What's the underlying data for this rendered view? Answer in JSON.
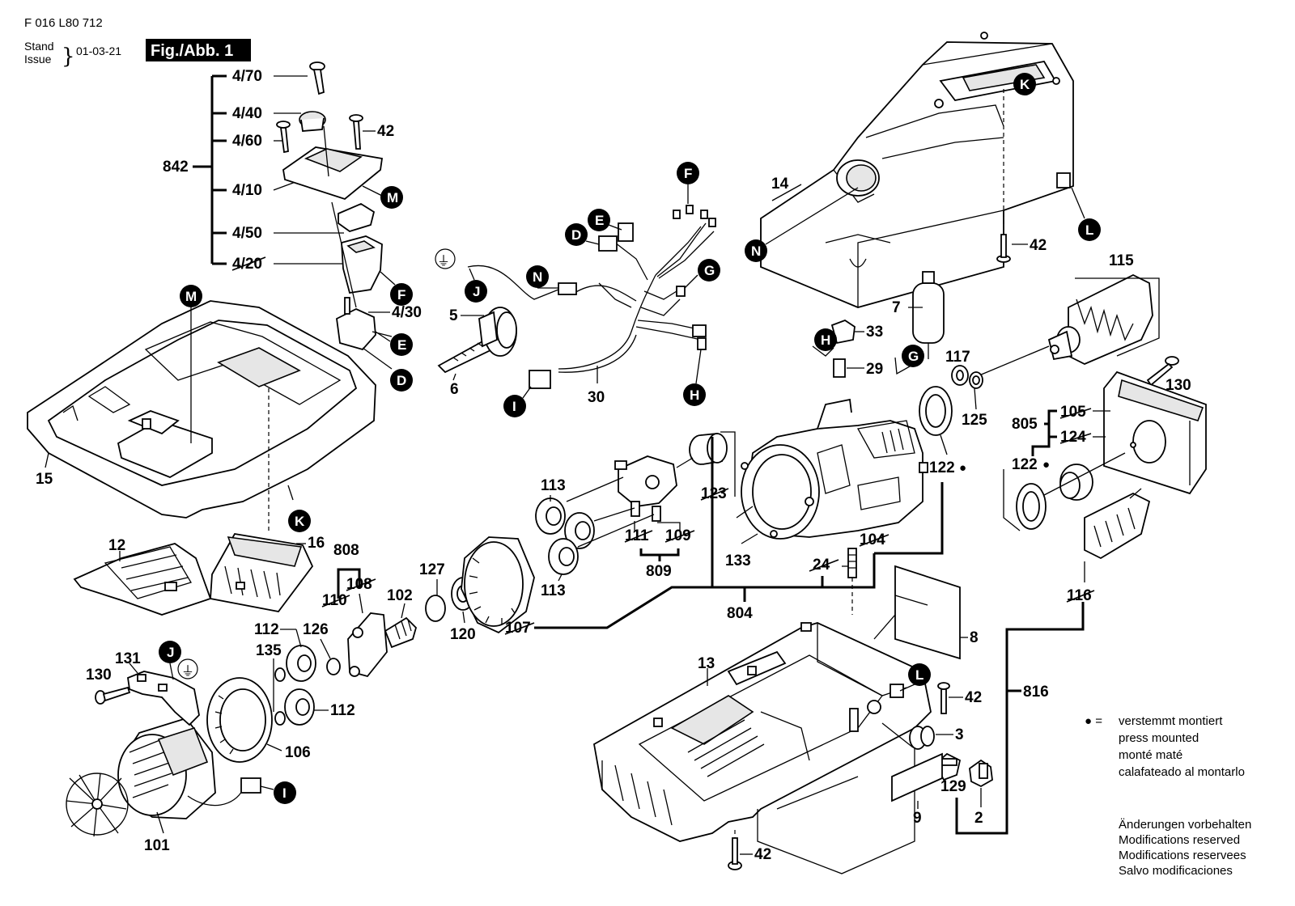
{
  "header": {
    "doc_number": "F 016 L80 712",
    "stand": "Stand",
    "issue": "Issue",
    "date": "01-03-21",
    "figure": "Fig./Abb. 1"
  },
  "group_842": {
    "label": "842",
    "items": [
      "4/70",
      "4/40",
      "4/60",
      "4/10",
      "4/50",
      "4/20"
    ],
    "part_42": "42",
    "part_430": "4/30"
  },
  "parts": {
    "p5": "5",
    "p6": "6",
    "p30": "30",
    "p14": "14",
    "p42a": "42",
    "p7": "7",
    "p33": "33",
    "p29": "29",
    "p115": "115",
    "p117": "117",
    "p125": "125",
    "p130a": "130",
    "p805": "805",
    "p105": "105",
    "p124": "124",
    "p122a": "122",
    "p122b": "122",
    "p15": "15",
    "p12": "12",
    "p16": "16",
    "p113a": "113",
    "p113b": "113",
    "p123": "123",
    "p111": "111",
    "p109": "109",
    "p809": "809",
    "p133": "133",
    "p104": "104",
    "p24": "24",
    "p808": "808",
    "p108": "108",
    "p110": "110",
    "p127": "127",
    "p102": "102",
    "p120": "120",
    "p107": "107",
    "p804": "804",
    "p116": "116",
    "p8": "8",
    "p816": "816",
    "p112a": "112",
    "p126": "126",
    "p135": "135",
    "p112b": "112",
    "p131": "131",
    "p130b": "130",
    "p106": "106",
    "p101": "101",
    "p13": "13",
    "p42b": "42",
    "p3": "3",
    "p129": "129",
    "p9": "9",
    "p2": "2",
    "p42c": "42"
  },
  "callouts": {
    "M1": "M",
    "F1": "F",
    "E1": "E",
    "D1": "D",
    "N1": "N",
    "J1": "J",
    "I1": "I",
    "G1": "G",
    "H1": "H",
    "F2": "F",
    "E2": "E",
    "D2": "D",
    "M2": "M",
    "K1": "K",
    "K2": "K",
    "N2": "N",
    "L1": "L",
    "H2": "H",
    "G2": "G",
    "J2": "J",
    "I2": "I",
    "L2": "L"
  },
  "legend": {
    "symbol": "● =",
    "lines": [
      "verstemmt montiert",
      "press mounted",
      "monté maté",
      "calafateado al montarlo"
    ]
  },
  "disclaimer": {
    "lines": [
      "Änderungen vorbehalten",
      "Modifications reserved",
      "Modifications reservees",
      "Salvo modificaciones"
    ]
  }
}
